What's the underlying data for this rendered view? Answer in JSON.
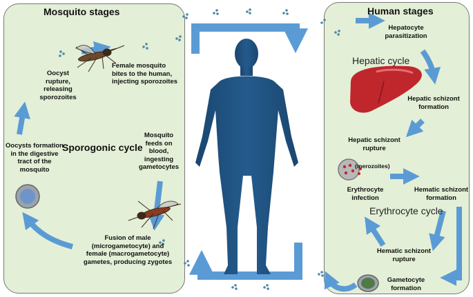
{
  "left_panel": {
    "title": "Mosquito stages",
    "cycle_label": "Sporogonic cycle",
    "labels": {
      "oocyst_rupture": "Oocyst rupture, releasing sporozoites",
      "female_bites": "Female mosquito bites to the human, injecting sporozoites",
      "oocysts_formation": "Oocysts formation in the digestive tract of the mosquito",
      "mosquito_feeds": "Mosquito feeds on blood, ingesting gametocytes",
      "fusion": "Fusion of male (microgametocyte) and female (macrogametocyte) gametes, producing zygotes"
    }
  },
  "right_panel": {
    "title": "Human stages",
    "hepatic_cycle_label": "Hepatic cycle",
    "erythrocyte_cycle_label": "Erythrocyte cycle",
    "merozoites_label": "(merozoites)",
    "labels": {
      "hepatocyte_parasitization": "Hepatocyte parasitization",
      "hepatic_schizont_formation": "Hepatic schizont formation",
      "hepatic_schizont_rupture": "Hepatic schizont rupture",
      "erythrocyte_infection": "Erythrocyte infection",
      "hematic_schizont_formation": "Hematic schizont formation",
      "hematic_schizont_rupture": "Hematic schizont rupture",
      "gametocyte_formation": "Gametocyte formation"
    }
  },
  "colors": {
    "panel_fill": "#e3efd6",
    "arrow": "#5b9bd5",
    "human": "#1d4e79",
    "liver": "#c0272d",
    "dots": "#4f86a6"
  }
}
